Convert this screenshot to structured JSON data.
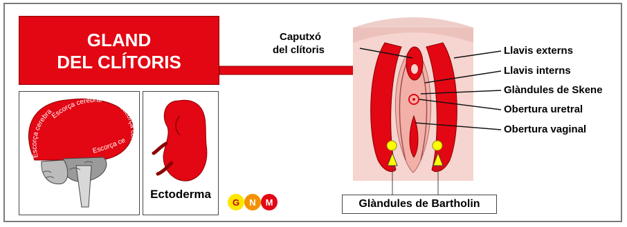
{
  "title": {
    "line1": "GLAND",
    "line2": "DEL CLÍTORIS"
  },
  "brain_panel": {
    "label_top": "Escorça cerebral",
    "label_left": "Escorça cerebral",
    "label_right": "Escorça cerebral",
    "label_bottom": "Escorça cerebral"
  },
  "embryo_panel": {
    "caption": "Ectoderma"
  },
  "logo": {
    "letters": [
      "G",
      "N",
      "M"
    ]
  },
  "anatomy": {
    "caputxo_line1": "Caputxó",
    "caputxo_line2": "del clítoris",
    "labels": [
      "Llavis externs",
      "Llavis interns",
      "Glàndules de Skene",
      "Obertura uretral",
      "Obertura vaginal"
    ],
    "bartholin": "Glàndules de Bartholin"
  },
  "colors": {
    "red": "#e30613",
    "skin": "#f2c6c1",
    "yellow": "#ffff00"
  }
}
